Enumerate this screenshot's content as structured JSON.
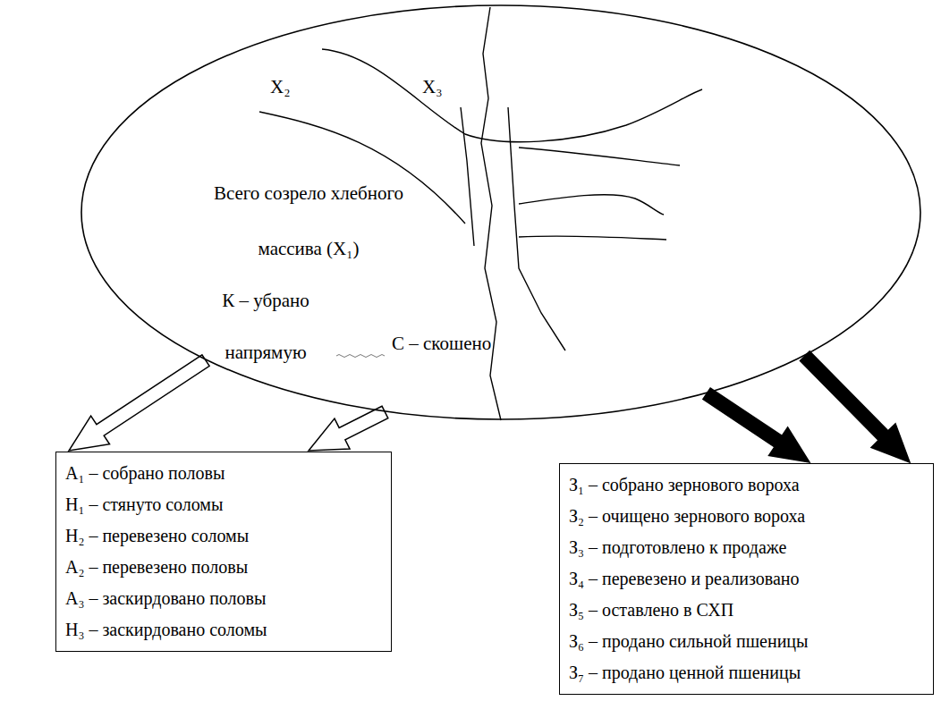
{
  "diagram": {
    "nodes": [
      {
        "text": [
          "X₂",
          "X₃",
          "Всего созрело хлебного массива (X₁)",
          "К – убрано напрямую",
          "С – скошено"
        ]
      },
      {
        "text": [
          "А₁ – собрано половы",
          "Н₁ – стянуто соломы",
          "Н₂ – перевезено соломы",
          "А₂ – перевезено половы",
          "А₃ – заскирдовано половы",
          "Н₃ – заскирдовано соломы"
        ]
      },
      {
        "text": [
          "З₁ – собрано зернового вороха",
          "З₂ – очищено зернового вороха",
          "З₃ – подготовлено к продаже",
          "З₄ – перевезено и реализовано",
          "З₅ – оставлено в СХП",
          "З₆ – продано сильной пшеницы",
          "З₇ – продано ценной пшеницы"
        ]
      }
    ],
    "edges": [
      {
        "from": 0,
        "to": 1,
        "arrow": "to"
      },
      {
        "from": 0,
        "to": 1,
        "arrow": "to"
      },
      {
        "from": 0,
        "to": 2,
        "arrow": "to"
      },
      {
        "from": 0,
        "to": 2,
        "arrow": "to"
      }
    ]
  }
}
